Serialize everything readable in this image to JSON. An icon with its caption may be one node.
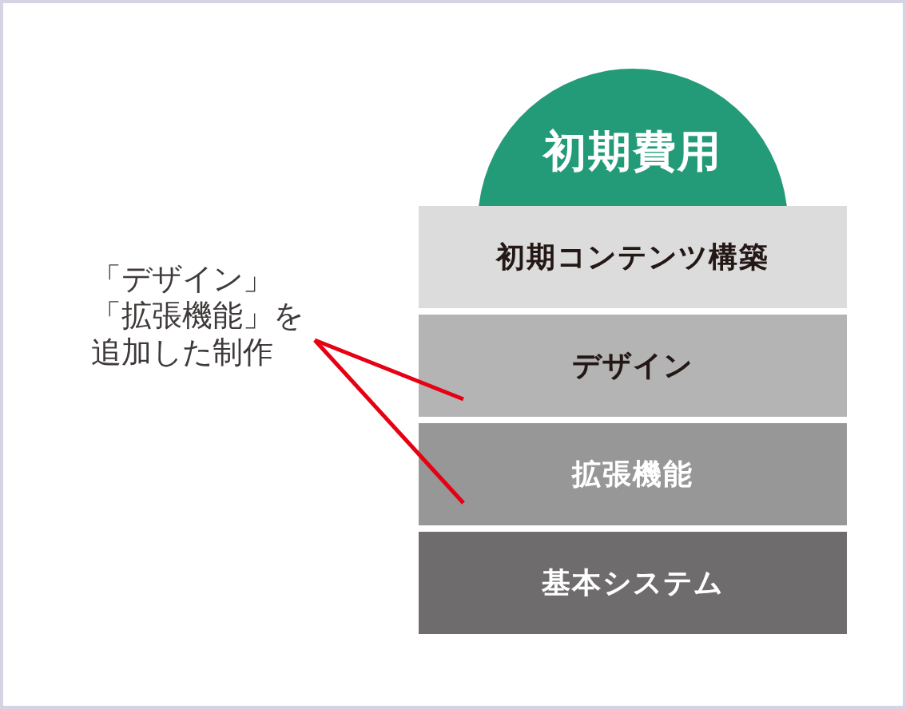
{
  "diagram": {
    "nodes": [
      {
        "text": [
          "初期費用"
        ]
      },
      {
        "text": [
          "初期コンテンツ構築"
        ]
      },
      {
        "text": [
          "「デザイン」「拡張機能」を追加した制作"
        ]
      },
      {
        "text": [
          "デザイン"
        ]
      },
      {
        "text": [
          "拡張機能"
        ]
      },
      {
        "text": [
          "基本システム"
        ]
      }
    ],
    "edges": [
      {
        "from": 2,
        "to": 3,
        "arrow": "none"
      },
      {
        "from": 2,
        "to": 4,
        "arrow": "none"
      }
    ]
  }
}
